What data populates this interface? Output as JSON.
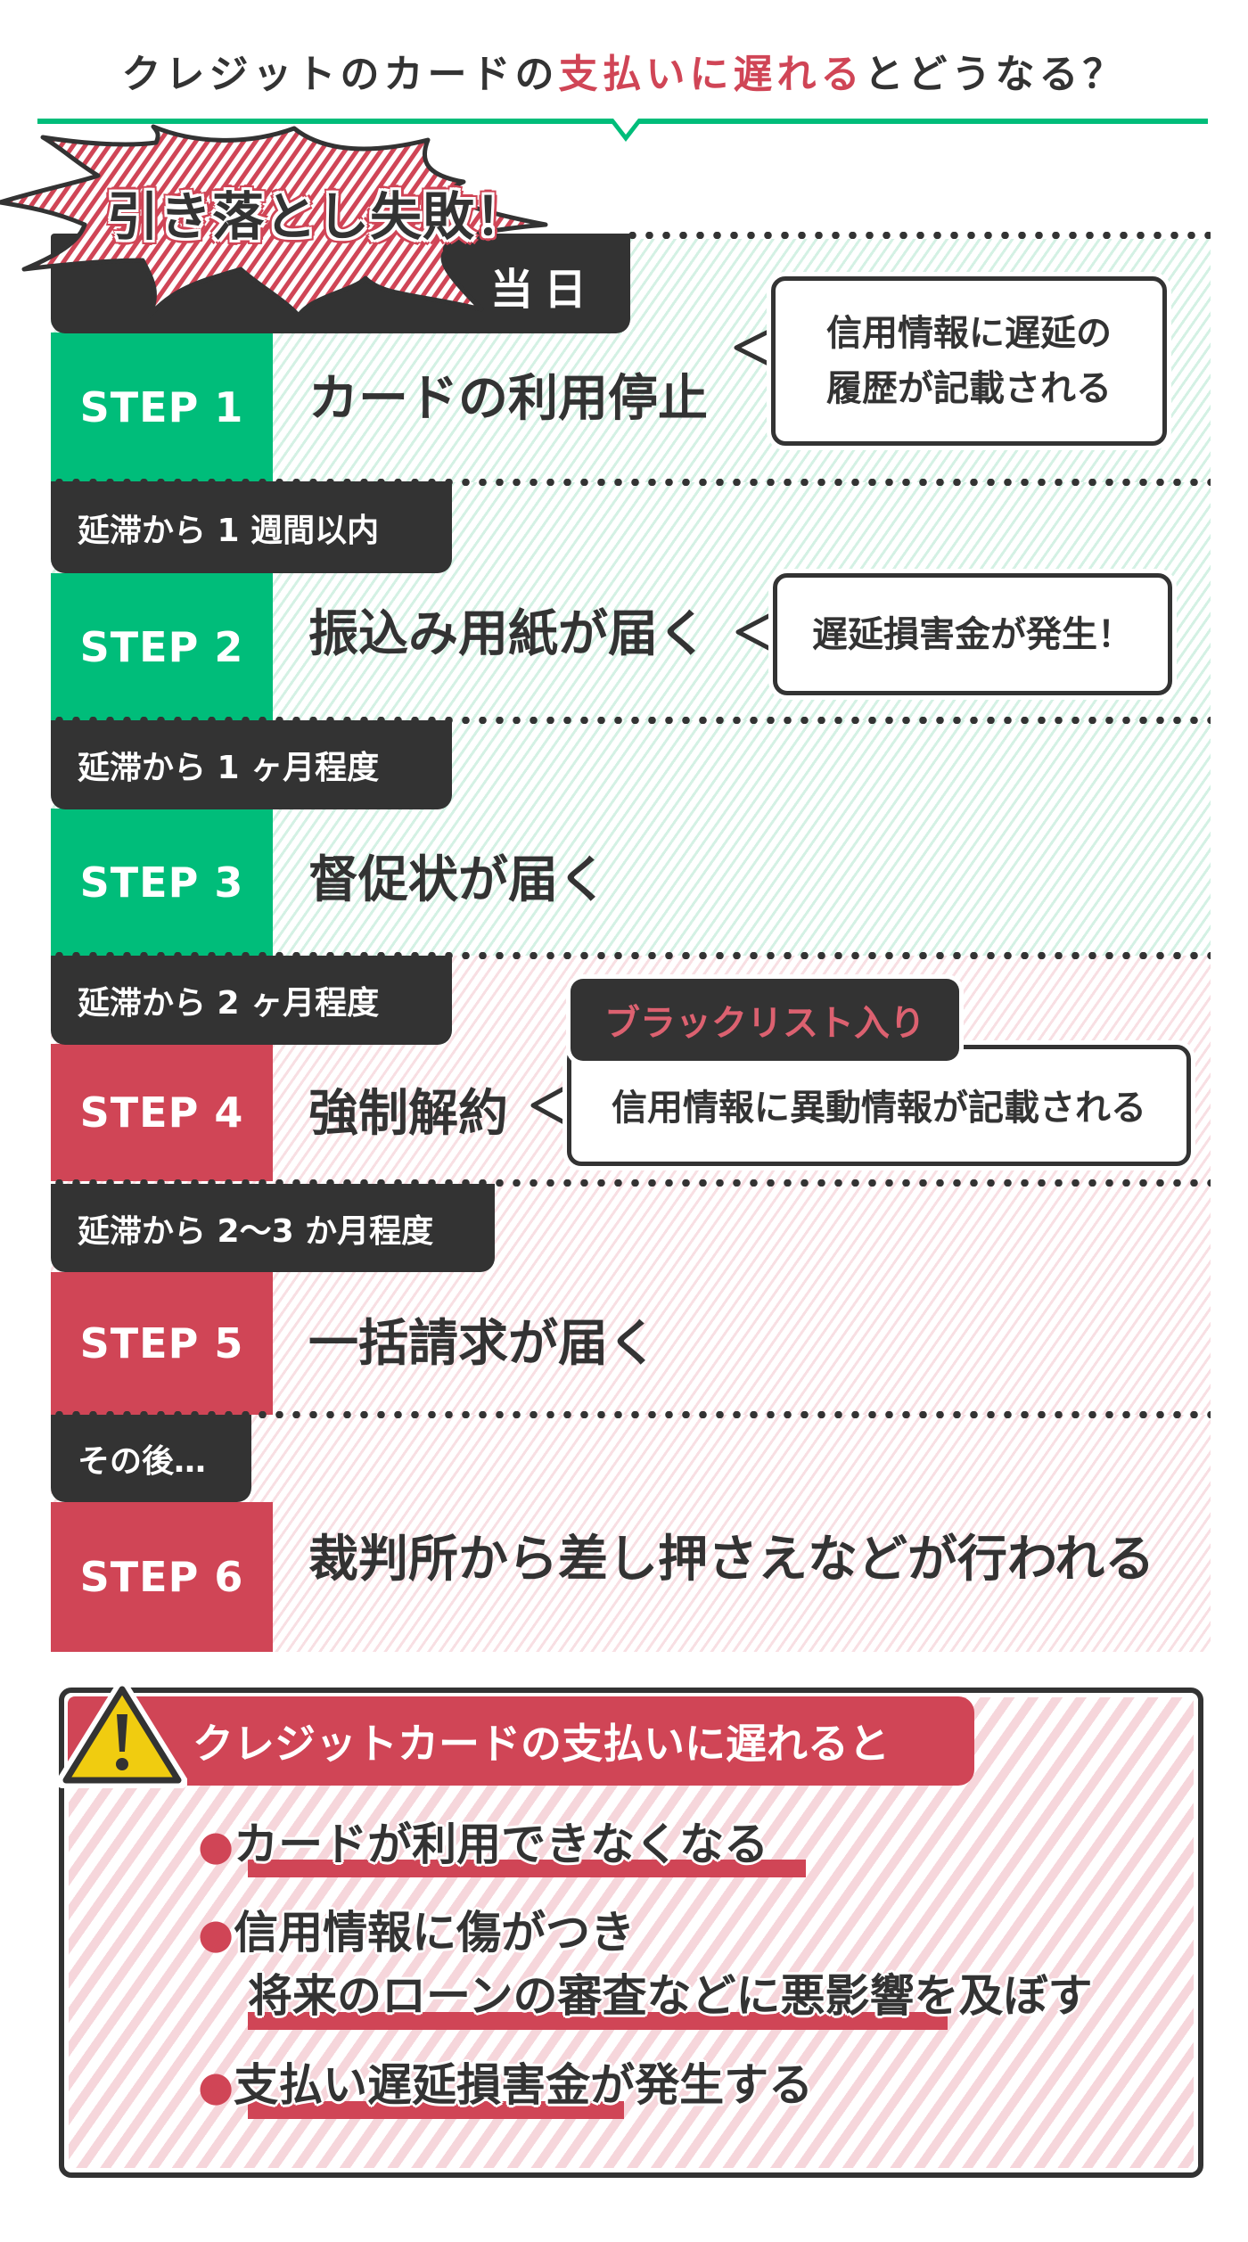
{
  "title": {
    "prefix": "クレジットのカードの",
    "highlight": "支払いに遅れる",
    "suffix": "とどうなる？"
  },
  "burst": {
    "label": "引き落とし失敗！"
  },
  "colors": {
    "green": "#00bd7a",
    "red": "#d04556",
    "dark": "#333333",
    "warning_yellow": "#f0cc10",
    "tag_text_pink": "#dc6170"
  },
  "timeline": [
    {
      "timing": "当日",
      "step": "STEP 1",
      "action": "カードの利用停止",
      "phase": "green",
      "note": {
        "lines": [
          "信用情報に遅延の",
          "履歴が記載される"
        ]
      }
    },
    {
      "timing": "延滞から 1 週間以内",
      "step": "STEP 2",
      "action": "振込み用紙が届く",
      "phase": "green",
      "note": {
        "lines": [
          "遅延損害金が発生！"
        ]
      }
    },
    {
      "timing": "延滞から 1 ヶ月程度",
      "step": "STEP 3",
      "action": "督促状が届く",
      "phase": "green"
    },
    {
      "timing": "延滞から 2 ヶ月程度",
      "step": "STEP 4",
      "action": "強制解約",
      "phase": "red",
      "note": {
        "tag": "ブラックリスト入り",
        "lines": [
          "信用情報に異動情報が記載される"
        ]
      }
    },
    {
      "timing": "延滞から 2〜3 か月程度",
      "step": "STEP 5",
      "action": "一括請求が届く",
      "phase": "red"
    },
    {
      "timing": "その後…",
      "step": "STEP 6",
      "action": "裁判所から差し押さえなどが行われる",
      "phase": "red"
    }
  ],
  "summary": {
    "icon": "warning-icon",
    "heading": "クレジットカードの支払いに遅れると",
    "bullet": "●",
    "items": [
      {
        "lines": [
          "カードが利用できなくなる"
        ]
      },
      {
        "lines": [
          "信用情報に傷がつき",
          "将来のローンの審査などに悪影響を及ぼす"
        ]
      },
      {
        "lines": [
          "支払い遅延損害金が発生する"
        ]
      }
    ]
  }
}
